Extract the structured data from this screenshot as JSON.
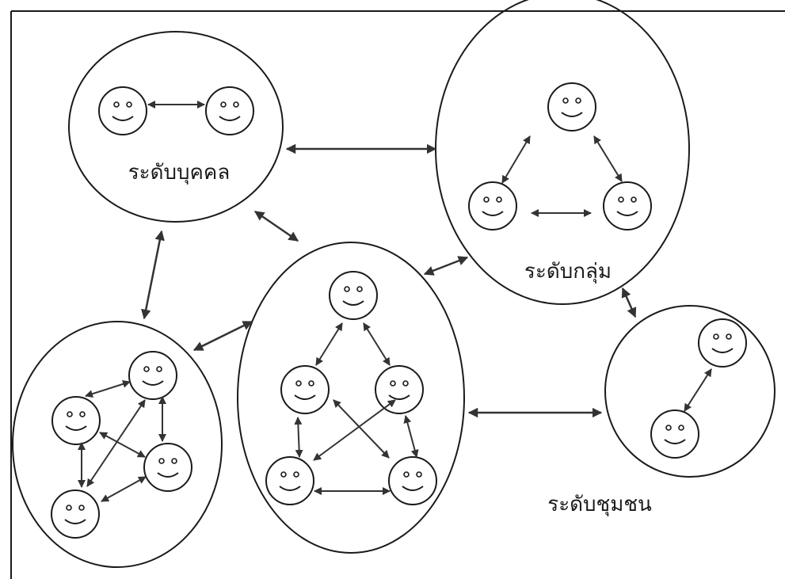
{
  "labels": {
    "individual": "ระดับบุคคล",
    "group": "ระดับกลุ่ม",
    "community": "ระดับชุมชน"
  },
  "colors": {
    "stroke": "#1a1a1a",
    "arrow": "#333333",
    "background": "#ffffff"
  },
  "icons": {
    "person": "smiley-face-icon",
    "relation": "double-headed-arrow-icon"
  }
}
